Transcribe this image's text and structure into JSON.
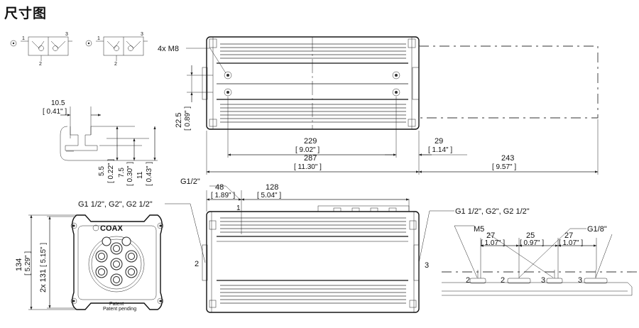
{
  "title": "尺寸图",
  "symbols": {
    "left": {
      "port1": "1",
      "port2": "2",
      "port3": "3"
    },
    "right": {
      "port1": "1",
      "port2": "2",
      "port3": "3"
    }
  },
  "top_view": {
    "m8_label": "4x M8",
    "dim_height": "22.5",
    "dim_height_in": "[ 0.89\" ]",
    "dim_229": "229",
    "dim_229_in": "[ 9.02\" ]",
    "dim_29": "29",
    "dim_29_in": "[ 1.14\" ]",
    "dim_287": "287",
    "dim_287_in": "[ 11.30\" ]",
    "dim_243": "243",
    "dim_243_in": "[ 9.57\" ]"
  },
  "slot_detail": {
    "dim_width": "10.5",
    "dim_width_in": "[ 0.41\" ]",
    "dim_a": "5.5",
    "dim_a_in": "[ 0.22\" ]",
    "dim_b": "7.5",
    "dim_b_in": "[ 0.30\" ]",
    "dim_c": "11",
    "dim_c_in": "[ 0.43\" ]"
  },
  "end_view": {
    "brand": "COAX",
    "dim_134": "134",
    "dim_134_in": "[ 5.29\" ]",
    "dim_131": "2x 131",
    "dim_131_in": "[ 5.15\" ]",
    "foot_text_1": "Patent",
    "foot_text_2": "Patent pending"
  },
  "side_view": {
    "g_half": "G1/2\"",
    "dim_48": "48",
    "dim_48_in": "[ 1.89\" ]",
    "dim_128": "128",
    "dim_128_in": "[ 5.04\" ]",
    "ports_left": "G1 1/2\", G2\", G2 1/2\"",
    "ports_right": "G1 1/2\", G2\", G2 1/2\"",
    "mark_1": "1",
    "mark_2": "2",
    "mark_3": "3"
  },
  "detail_view": {
    "m5": "M5",
    "g18": "G1/8\"",
    "dim_27a": "27",
    "dim_27a_in": "[ 1.07\" ]",
    "dim_25": "25",
    "dim_25_in": "[ 0.97\" ]",
    "dim_27b": "27",
    "dim_27b_in": "[ 1.07\" ]",
    "mark_2a": "2",
    "mark_2b": "2",
    "mark_3a": "3",
    "mark_3b": "3"
  }
}
